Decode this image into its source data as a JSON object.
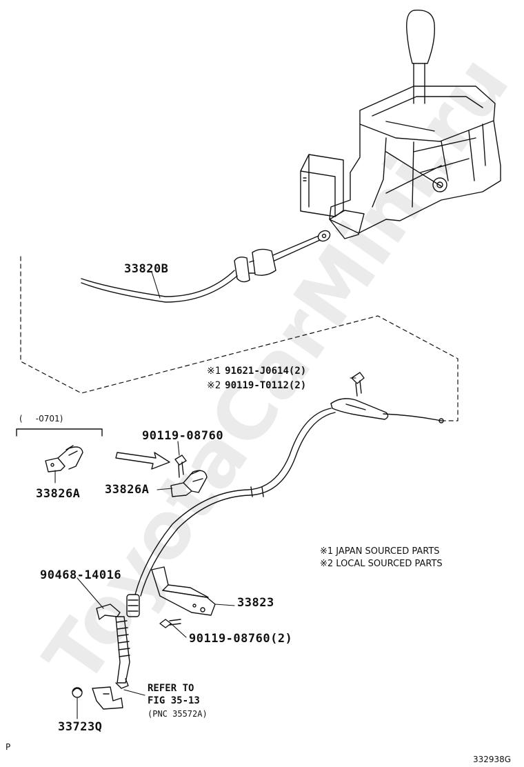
{
  "watermark": "ToyotaCarMini.ru",
  "parts": {
    "shift_cable": "33820B",
    "cable_bracket_left": "33826A",
    "cable_bracket_center": "33826A",
    "bracket_33823": "33823",
    "clip_33723q": "33723Q",
    "bolt_upper": "90119-08760",
    "clip_90468": "90468-14016",
    "bolt_lower": "90119-08760(2)"
  },
  "bolt_variants": [
    {
      "mark": "※1",
      "part": "91621-J0614(2)"
    },
    {
      "mark": "※2",
      "part": "90119-T0112(2)"
    }
  ],
  "date_range": "(     -0701)",
  "legend": [
    "※1 JAPAN SOURCED PARTS",
    "※2 LOCAL SOURCED PARTS"
  ],
  "refer": {
    "line1": "REFER TO",
    "line2": "FIG 35-13",
    "line3": "(PNC 35572A)"
  },
  "corner_left": "P",
  "figure_code": "332938G"
}
